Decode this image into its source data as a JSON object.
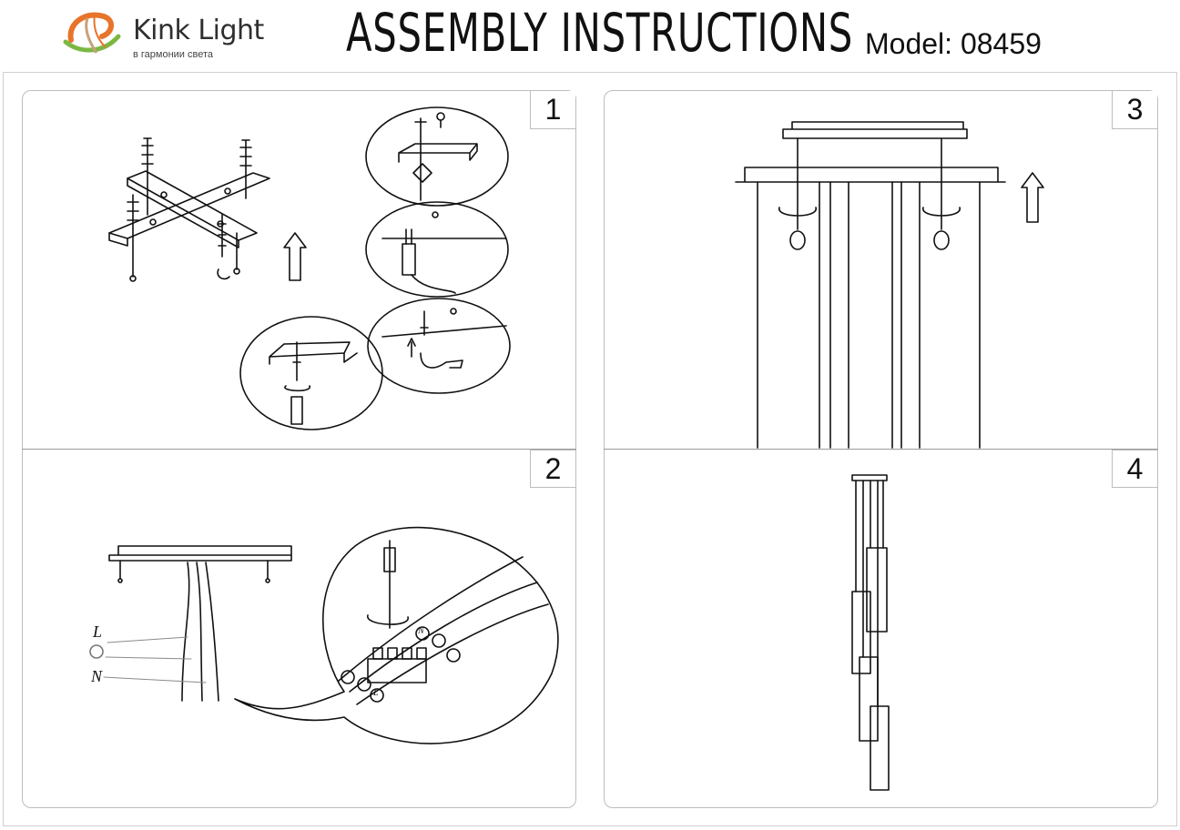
{
  "header": {
    "brand_name": "Kink Light",
    "brand_tagline": "в гармонии света",
    "title": "ASSEMBLY INSTRUCTIONS",
    "model": "Model: 08459"
  },
  "steps": [
    {
      "number": "1"
    },
    {
      "number": "2"
    },
    {
      "number": "3"
    },
    {
      "number": "4"
    }
  ],
  "wiring_labels": {
    "live": "L",
    "neutral": "N",
    "terminal_n": "N",
    "terminal_l": "L"
  },
  "colors": {
    "logo_orange": "#e8742a",
    "logo_green": "#7bb843",
    "line": "#111111"
  },
  "icons": [
    "logo-swirl-icon",
    "arrow-up-icon",
    "rotate-arrow-icon",
    "screwdriver-icon",
    "drill-icon",
    "hammer-icon",
    "earth-symbol-icon"
  ]
}
